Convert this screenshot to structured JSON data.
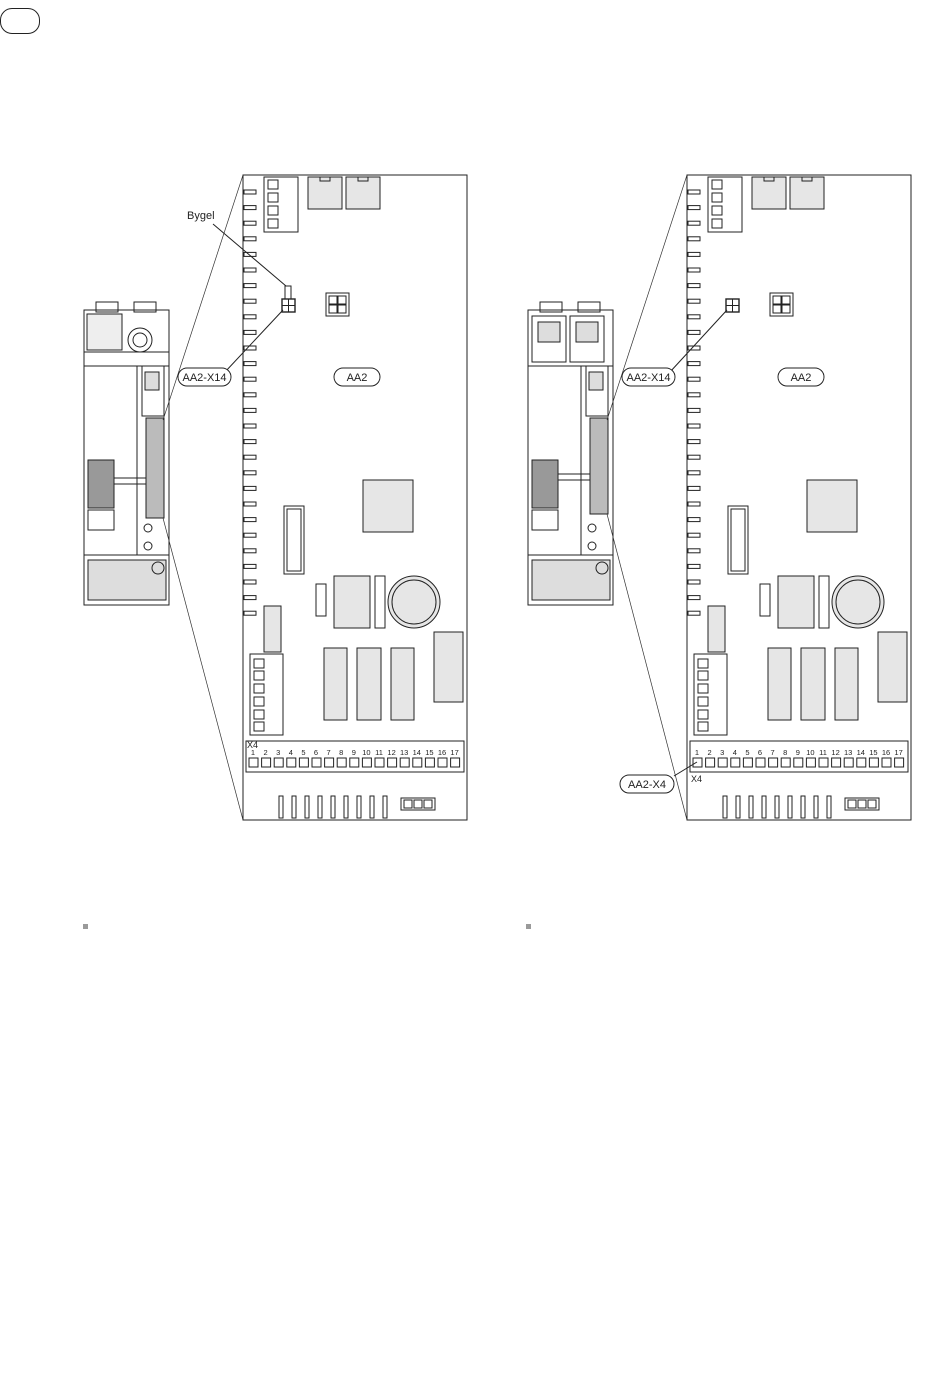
{
  "diagrams": [
    {
      "callouts": {
        "bygel": "Bygel",
        "x14": "AA2-X14",
        "board": "AA2",
        "x4_marker": "X4"
      },
      "terminal_numbers": [
        "1",
        "2",
        "3",
        "4",
        "5",
        "6",
        "7",
        "8",
        "9",
        "10",
        "11",
        "12",
        "13",
        "14",
        "15",
        "16",
        "17"
      ]
    },
    {
      "callouts": {
        "x14": "AA2-X14",
        "board": "AA2",
        "x4": "AA2-X4",
        "x4_marker": "X4"
      },
      "terminal_numbers": [
        "1",
        "2",
        "3",
        "4",
        "5",
        "6",
        "7",
        "8",
        "9",
        "10",
        "11",
        "12",
        "13",
        "14",
        "15",
        "16",
        "17"
      ]
    }
  ]
}
